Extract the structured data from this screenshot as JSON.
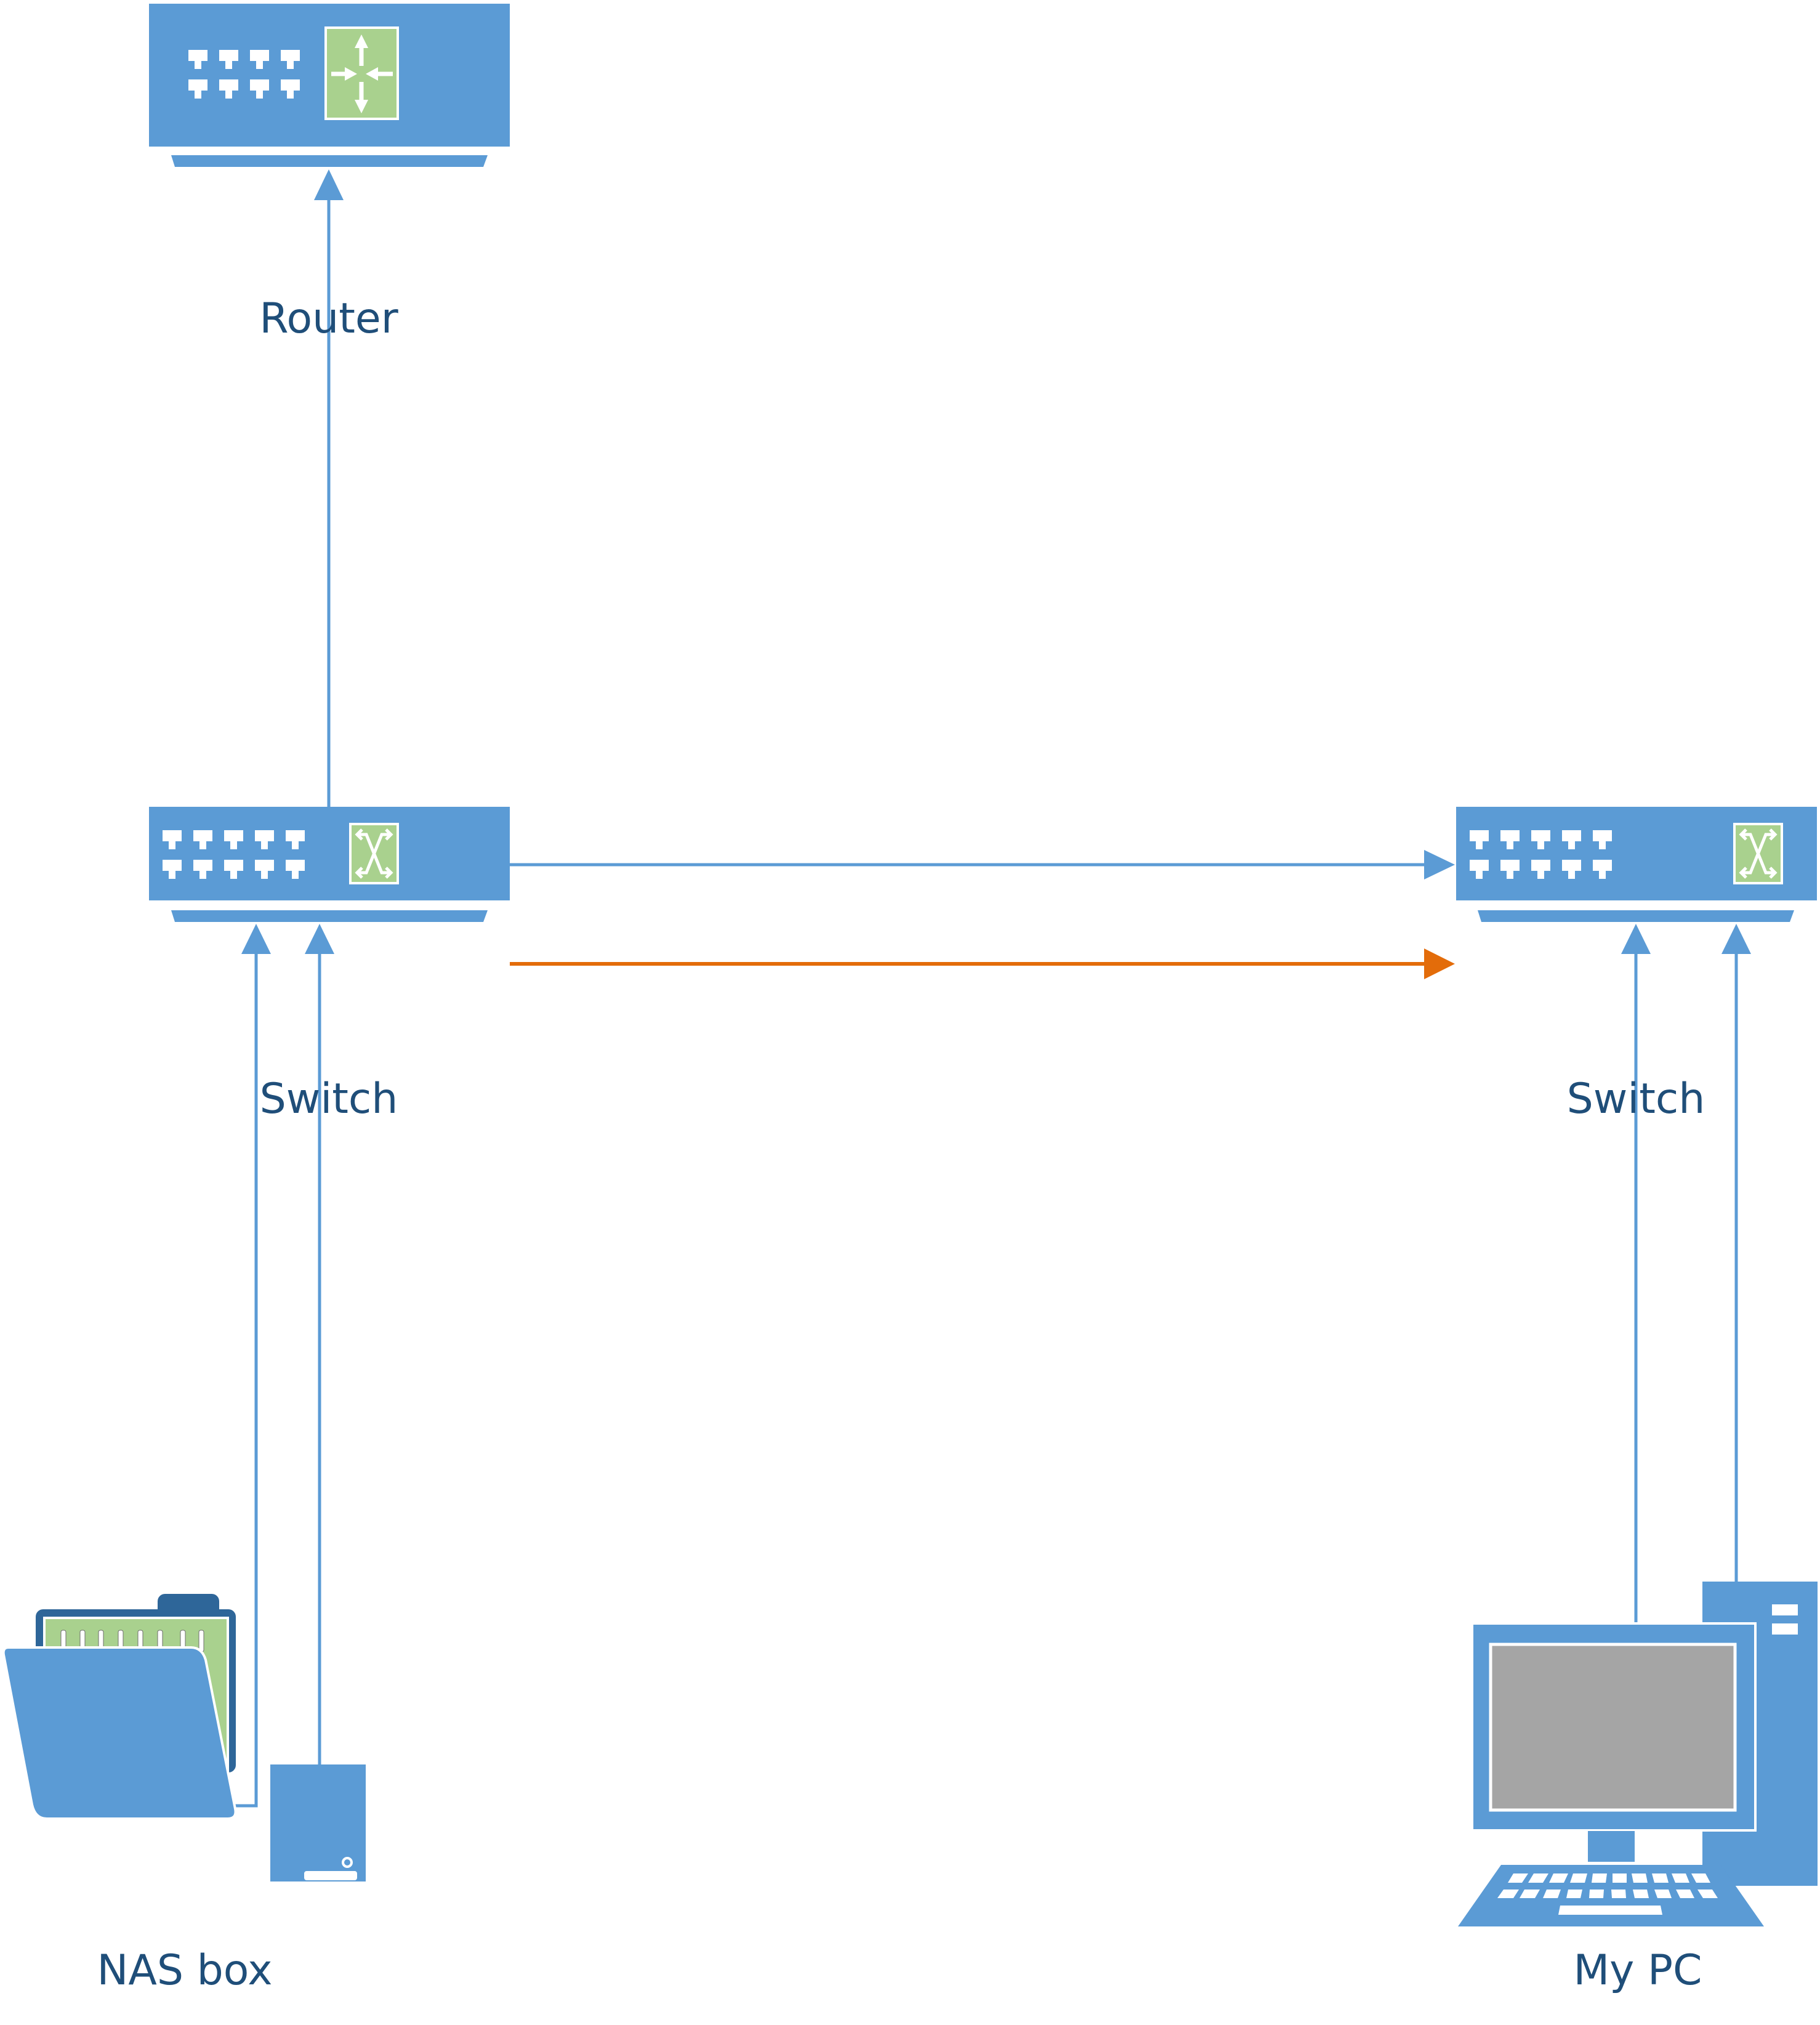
{
  "diagram": {
    "type": "network-topology",
    "colors": {
      "device": "#5B9BD5",
      "device_dark": "#2E6699",
      "accent_green": "#A9D18E",
      "screen": "#A5A5A5",
      "label": "#1F4E79",
      "link": "#5B9BD5",
      "highlight_link": "#E36C0A"
    },
    "nodes": [
      {
        "id": "router",
        "label": "Router",
        "icon": "router-icon",
        "ports": 8
      },
      {
        "id": "switch-left",
        "label": "Switch",
        "icon": "switch-icon",
        "ports": 10
      },
      {
        "id": "switch-right",
        "label": "Switch",
        "icon": "switch-icon",
        "ports": 10
      },
      {
        "id": "nas",
        "label": "NAS box",
        "icon": "nas-folder-server-icon"
      },
      {
        "id": "pc",
        "label": "My PC",
        "icon": "desktop-computer-icon"
      }
    ],
    "edges": [
      {
        "from": "switch-left",
        "to": "router",
        "style": "link"
      },
      {
        "from": "switch-left",
        "to": "switch-right",
        "style": "link"
      },
      {
        "from": "switch-left",
        "to": "switch-right",
        "style": "highlight_link"
      },
      {
        "from": "nas",
        "to": "switch-left",
        "style": "link",
        "note": "folder connection"
      },
      {
        "from": "nas",
        "to": "switch-left",
        "style": "link",
        "note": "server connection"
      },
      {
        "from": "pc",
        "to": "switch-right",
        "style": "link",
        "note": "monitor connection"
      },
      {
        "from": "pc",
        "to": "switch-right",
        "style": "link",
        "note": "tower connection"
      }
    ]
  }
}
